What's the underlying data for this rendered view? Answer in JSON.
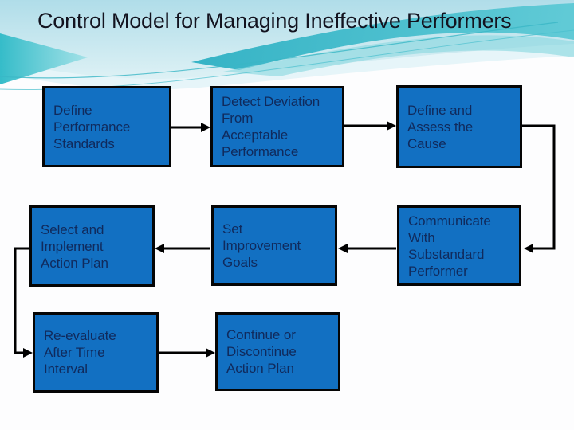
{
  "slide": {
    "title": "Control Model for Managing Ineffective Performers"
  },
  "flowchart": {
    "boxes": [
      {
        "id": "define-performance-standards",
        "label": "Define\nPerformance\nStandards"
      },
      {
        "id": "detect-deviation-from-acceptable-performance",
        "label": "Detect Deviation\nFrom\nAcceptable\nPerformance"
      },
      {
        "id": "define-and-assess-the-cause",
        "label": "Define and\nAssess the\nCause"
      },
      {
        "id": "select-and-implement-action-plan",
        "label": "Select and\nImplement\nAction Plan"
      },
      {
        "id": "set-improvement-goals",
        "label": "Set\nImprovement\nGoals"
      },
      {
        "id": "communicate-with-substandard-performer",
        "label": "Communicate\nWith\nSubstandard\nPerformer"
      },
      {
        "id": "re-evaluate-after-time-interval",
        "label": "Re-evaluate\nAfter Time\nInterval"
      },
      {
        "id": "continue-or-discontinue-action-plan",
        "label": "Continue or\nDiscontinue\nAction Plan"
      }
    ],
    "connections": [
      {
        "from": "define-performance-standards",
        "to": "detect-deviation-from-acceptable-performance"
      },
      {
        "from": "detect-deviation-from-acceptable-performance",
        "to": "define-and-assess-the-cause"
      },
      {
        "from": "define-and-assess-the-cause",
        "to": "communicate-with-substandard-performer"
      },
      {
        "from": "communicate-with-substandard-performer",
        "to": "set-improvement-goals"
      },
      {
        "from": "set-improvement-goals",
        "to": "select-and-implement-action-plan"
      },
      {
        "from": "select-and-implement-action-plan",
        "to": "re-evaluate-after-time-interval"
      },
      {
        "from": "re-evaluate-after-time-interval",
        "to": "continue-or-discontinue-action-plan"
      }
    ],
    "colors": {
      "box_fill": "#1270c2",
      "box_border": "#000000",
      "box_text": "#102a5c",
      "title_text": "#13131f",
      "connector": "#000000",
      "wave_teal": "#3ab7c6",
      "wave_light_blue": "#b7e1eb"
    }
  }
}
